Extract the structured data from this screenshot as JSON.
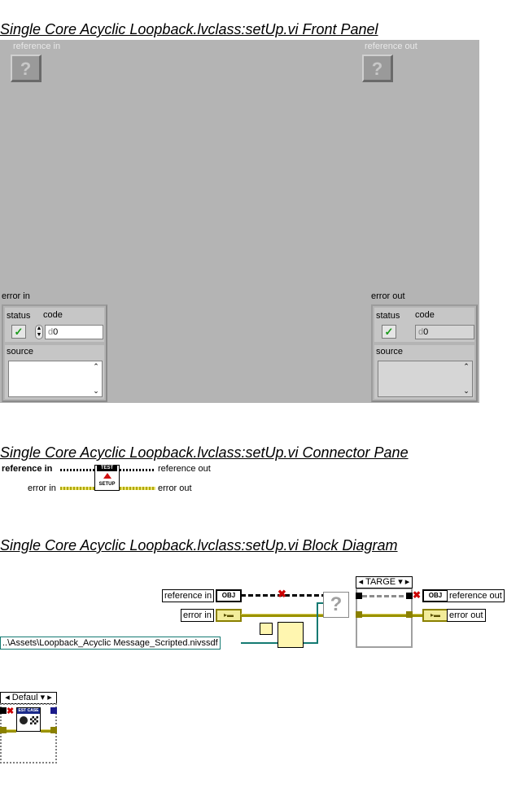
{
  "front_panel": {
    "title": "Single Core Acyclic Loopback.lvclass:setUp.vi Front Panel",
    "reference_in_label": "reference in",
    "reference_out_label": "reference out",
    "refnum_glyph": "?",
    "error_in": {
      "label": "error in",
      "status_label": "status",
      "code_label": "code",
      "code_value": "0",
      "code_radix": "d",
      "source_label": "source",
      "status_glyph": "✓"
    },
    "error_out": {
      "label": "error out",
      "status_label": "status",
      "code_label": "code",
      "code_value": "0",
      "code_radix": "d",
      "source_label": "source",
      "status_glyph": "✓"
    }
  },
  "connector_pane": {
    "title": "Single Core Acyclic Loopback.lvclass:setUp.vi Connector Pane",
    "reference_in": "reference in",
    "reference_out": "reference out",
    "error_in": "error in",
    "error_out": "error out",
    "icon_top": "TEST",
    "icon_bottom": "SETUP"
  },
  "block_diagram": {
    "title": "Single Core Acyclic Loopback.lvclass:setUp.vi Block Diagram",
    "reference_in": "reference in",
    "error_in": "error in",
    "reference_out": "reference out",
    "error_out": "error out",
    "obj_tag": "OBJ",
    "path_constant": "..\\Assets\\Loopback_Acyclic Message_Scripted.nivssdf",
    "case_selector": "TARGE",
    "default_case_selector": "Defaul",
    "subvi_icon_text": "EST CASE",
    "unknown_glyph": "?"
  },
  "colors": {
    "panel_bg": "#b4b4b4",
    "error_wire": "#9a9200",
    "path_wire": "#147a72",
    "ok_green": "#1a9a1a"
  }
}
